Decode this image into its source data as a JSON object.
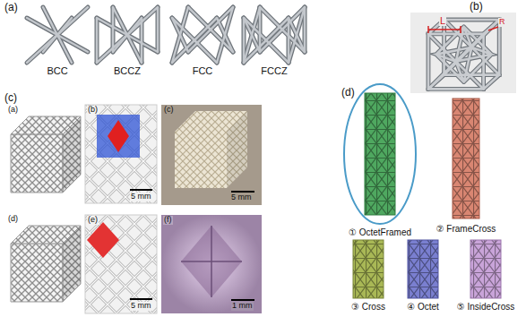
{
  "diagram": {
    "labels": [
      "(a)",
      "BCC",
      "BCCZ",
      "FCC",
      "FCCZ",
      "(b)",
      "L",
      "R",
      "(c)",
      "(a)",
      "(b)",
      "(c)",
      "(d)",
      "(e)",
      "(f)",
      "5 mm",
      "5 mm",
      "5 mm",
      "1 mm",
      "(d)",
      "① OctetFramed",
      "② FrameCross",
      "③ Cross",
      "④ Octet",
      "⑤ InsideCross"
    ]
  }
}
